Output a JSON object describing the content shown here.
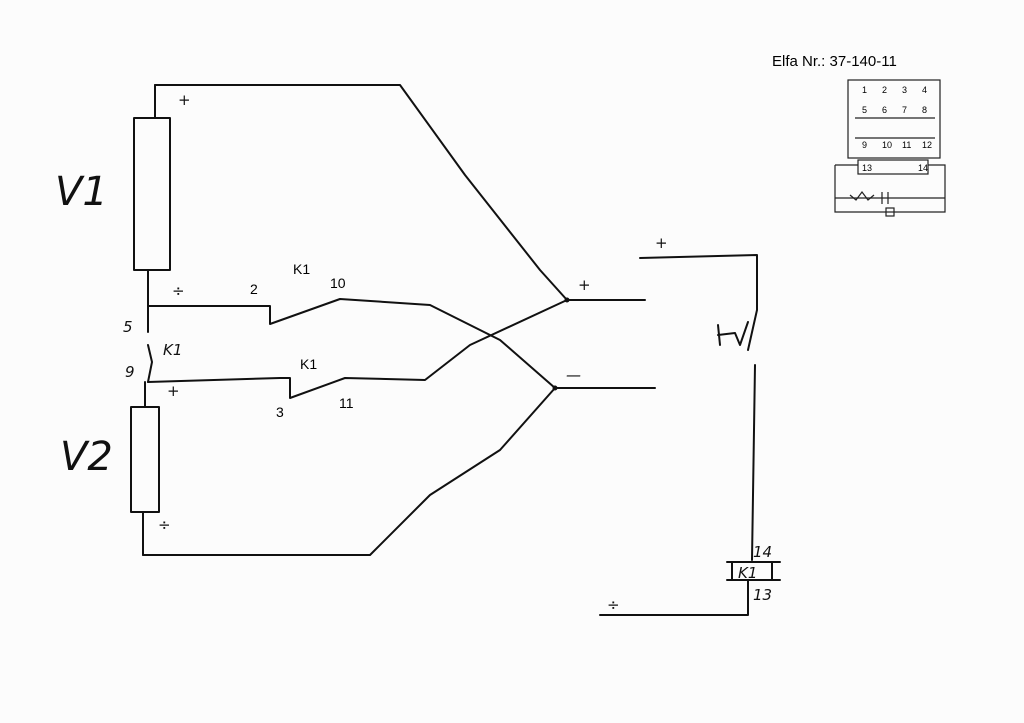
{
  "title": "Elfa Nr.: 37-140-11",
  "labels": {
    "v1": "V1",
    "v2": "V2",
    "k1_top": "K1",
    "k1_bottom": "K1",
    "k1_hand": "K1",
    "k1_coil": "K1",
    "plus": "+",
    "minus": "÷",
    "dash": "—"
  },
  "pins": {
    "p2": "2",
    "p10": "10",
    "p3": "3",
    "p11": "11",
    "p5": "5",
    "p9": "9",
    "p14": "14",
    "p13": "13"
  },
  "relay_pins": [
    "1",
    "2",
    "3",
    "4",
    "5",
    "6",
    "7",
    "8",
    "9",
    "10",
    "11",
    "12",
    "13",
    "14"
  ]
}
